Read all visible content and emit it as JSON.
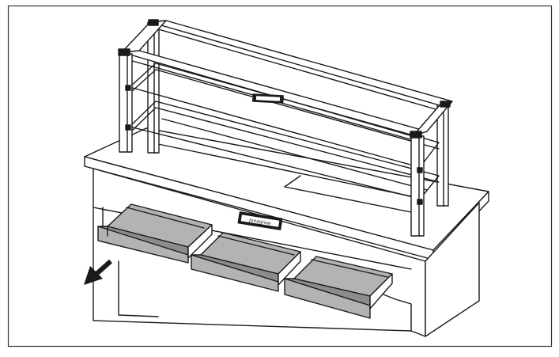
{
  "diagram": {
    "colors": {
      "line": "#1a1a1a",
      "tray_fill": "#b3b3b3",
      "tray_dark": "#8c8c8c",
      "arrow": "#1a1a1a",
      "border": "#333333",
      "background": "#ffffff"
    },
    "labels": {
      "upper_nameplate": "",
      "lower_nameplate": "Jonagrow"
    },
    "drawers": [
      {
        "name": "drawer-left",
        "state": "pulled-out"
      },
      {
        "name": "drawer-middle",
        "state": "pulled-out"
      },
      {
        "name": "drawer-right",
        "state": "pulled-out"
      }
    ],
    "arrow": {
      "icon": "pull-direction-arrow-icon"
    }
  }
}
